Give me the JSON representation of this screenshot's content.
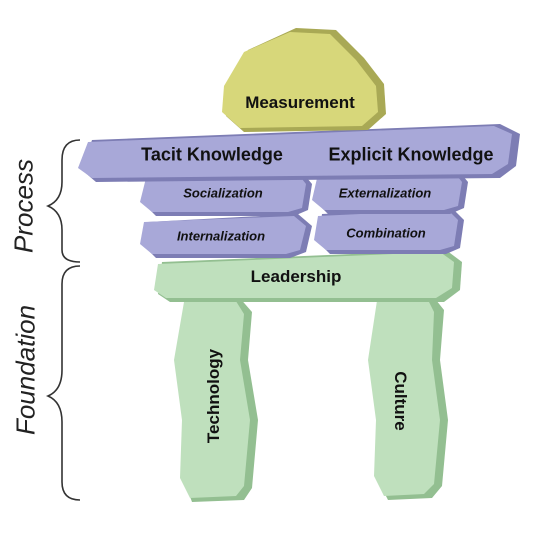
{
  "diagram": {
    "measurement": "Measurement",
    "tacit_knowledge": "Tacit Knowledge",
    "explicit_knowledge": "Explicit Knowledge",
    "socialization": "Socialization",
    "externalization": "Externalization",
    "internalization": "Internalization",
    "combination": "Combination",
    "leadership": "Leadership",
    "technology": "Technology",
    "culture": "Culture",
    "process": "Process",
    "foundation": "Foundation"
  },
  "colors": {
    "yellow_face": "#d7d77a",
    "yellow_side": "#a9a955",
    "purple_face": "#a8a8d8",
    "purple_side": "#7d7db4",
    "green_face": "#bfe0bd",
    "green_side": "#93bf91",
    "bracket": "#333333"
  }
}
